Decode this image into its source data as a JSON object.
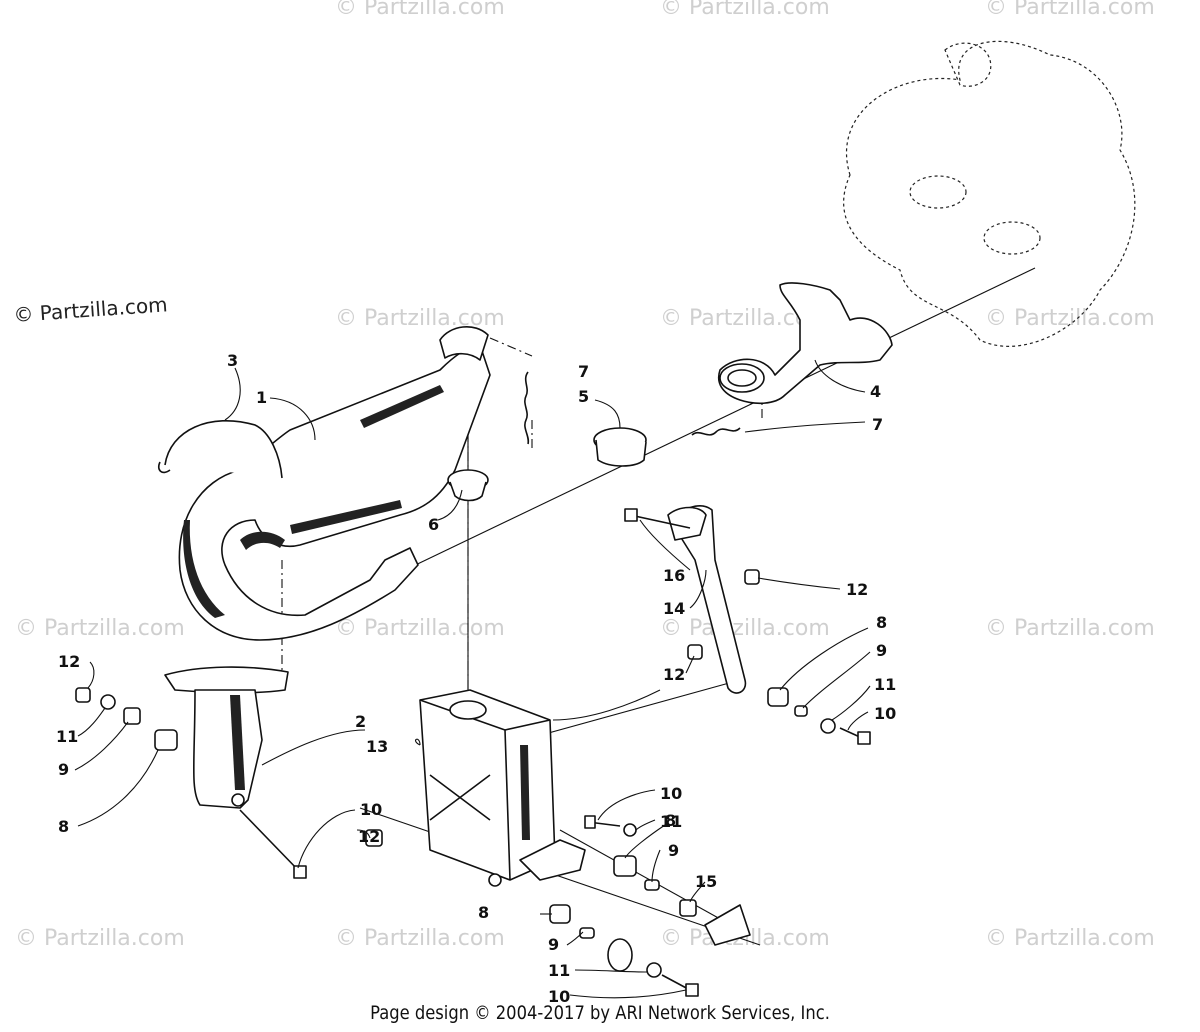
{
  "watermarks": {
    "main": "© Partzilla.com",
    "faint": "© Partzilla.com"
  },
  "footer": "Page design © 2004-2017 by ARI Network Services, Inc.",
  "callouts": {
    "c1": "1",
    "c2": "2",
    "c3": "3",
    "c4": "4",
    "c5": "5",
    "c6": "6",
    "c7a": "7",
    "c7b": "7",
    "c8a": "8",
    "c8b": "8",
    "c8c": "8",
    "c8d": "8",
    "c9a": "9",
    "c9b": "9",
    "c9c": "9",
    "c9d": "9",
    "c10a": "10",
    "c10b": "10",
    "c10c": "10",
    "c10d": "10",
    "c11a": "11",
    "c11b": "11",
    "c11c": "11",
    "c11d": "11",
    "c12a": "12",
    "c12b": "12",
    "c12c": "12",
    "c12d": "12",
    "c13": "13",
    "c14": "14",
    "c15": "15",
    "c16": "16"
  }
}
